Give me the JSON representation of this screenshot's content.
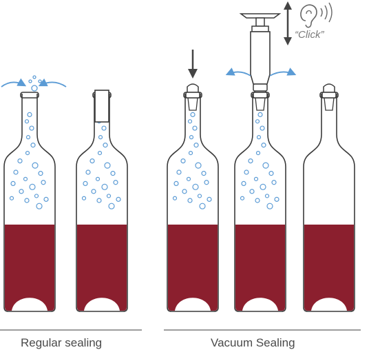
{
  "labels": {
    "regular": "Regular sealing",
    "vacuum": "Vacuum Sealing",
    "click": "“Click”"
  },
  "colors": {
    "wine": "#8b1f2e",
    "outline": "#3a3a3a",
    "bubble": "#5b9bd5",
    "arrow": "#5b9bd5",
    "divider": "#8f8f8f",
    "pump": "#444444"
  },
  "bottles": [
    {
      "name": "regular-open",
      "closure": "none",
      "wine_level": 0.6,
      "bubbles": true
    },
    {
      "name": "regular-cork",
      "closure": "cork",
      "wine_level": 0.6,
      "bubbles": true
    },
    {
      "name": "vacuum-stopper",
      "closure": "stopper",
      "wine_level": 0.6,
      "bubbles": true
    },
    {
      "name": "vacuum-pumping",
      "closure": "stopper",
      "wine_level": 0.6,
      "bubbles": true
    },
    {
      "name": "vacuum-sealed",
      "closure": "stopper",
      "wine_level": 0.6,
      "bubbles": false
    }
  ]
}
